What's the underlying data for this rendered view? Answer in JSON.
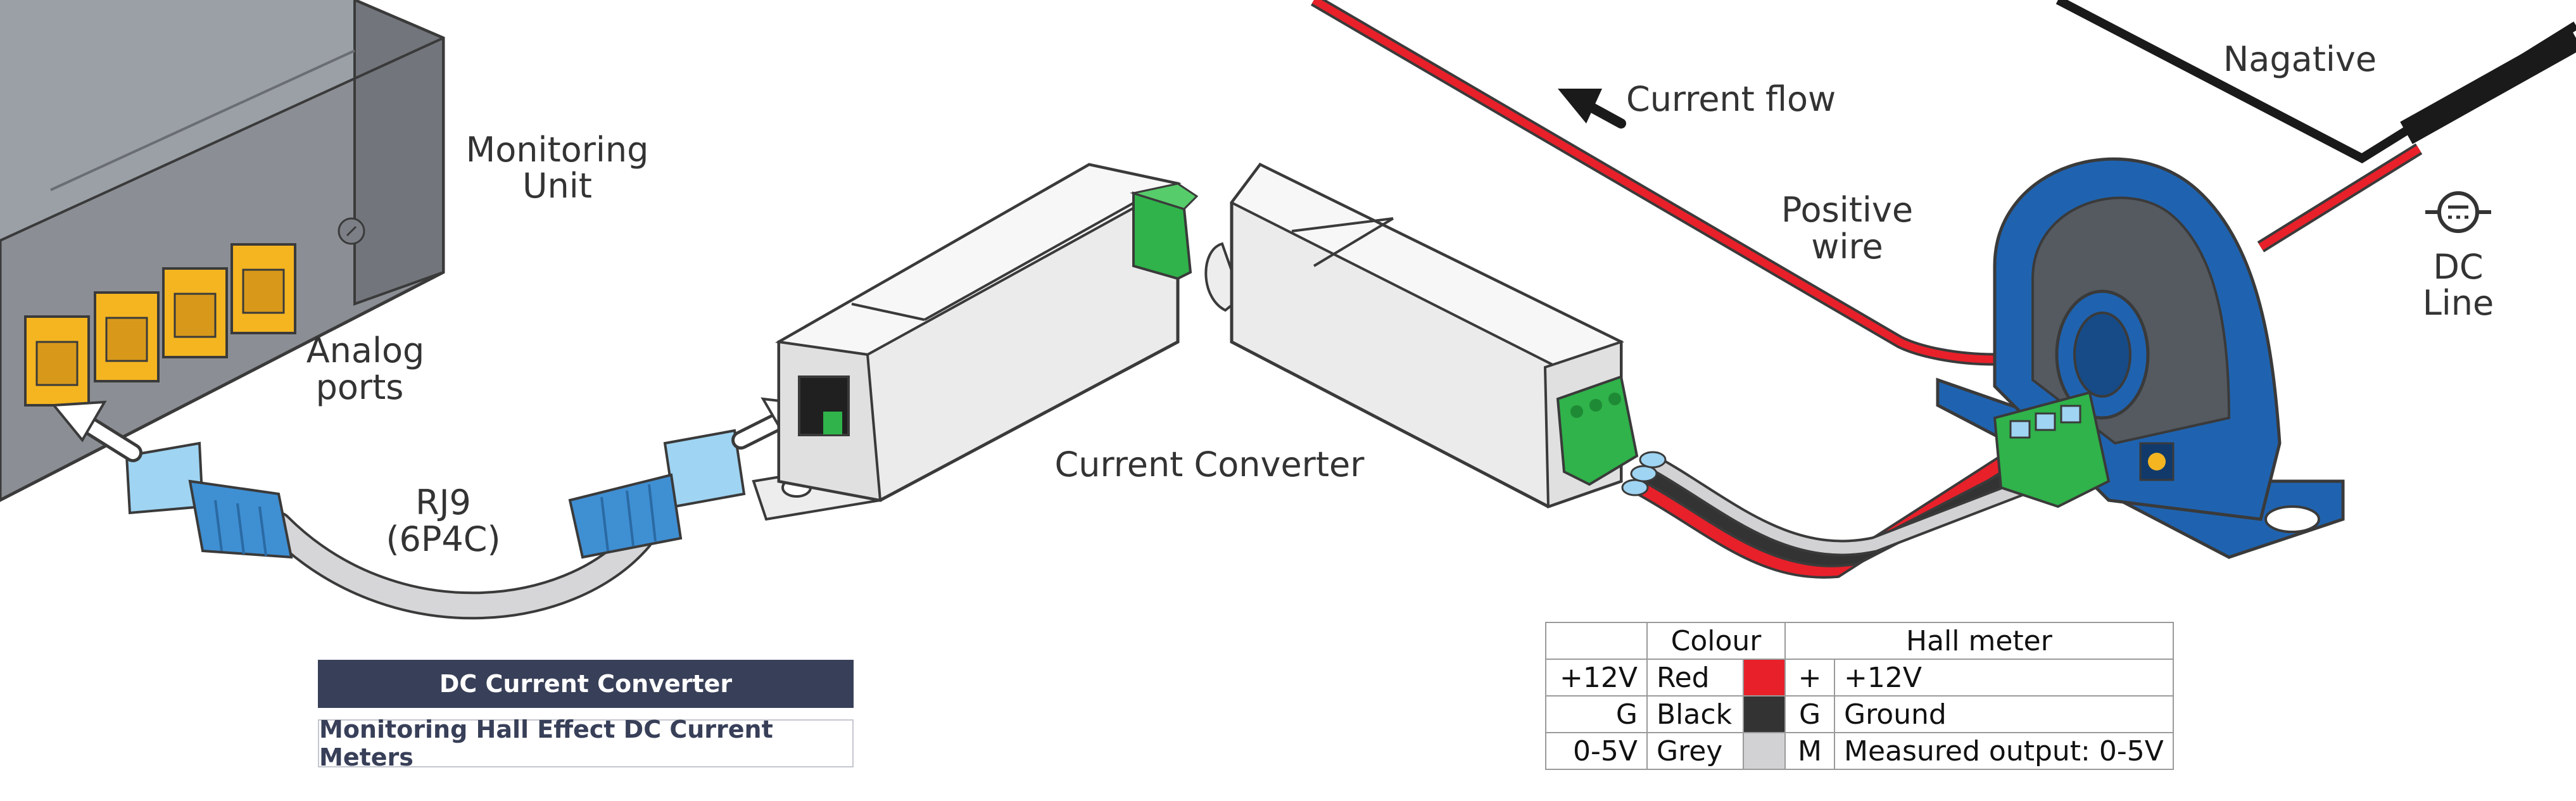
{
  "labels": {
    "monitoring_unit": [
      "Monitoring",
      "Unit"
    ],
    "analog_ports": [
      "Analog",
      "ports"
    ],
    "cable": [
      "RJ9",
      "(6P4C)"
    ],
    "current_converter": "Current Converter",
    "current_flow": "Current flow",
    "positive_wire": [
      "Positive",
      "wire"
    ],
    "negative": "Nagative",
    "dc_line": [
      "DC",
      "Line"
    ]
  },
  "banners": {
    "title": "DC Current Converter",
    "subtitle": "Monitoring Hall Effect DC Current Meters"
  },
  "wiring_table": {
    "header_colour": "Colour",
    "header_hall": "Hall meter",
    "rows": [
      {
        "signal": "+12V",
        "colour": "Red",
        "swatch": "#e8202a",
        "pin": "+",
        "description": "+12V"
      },
      {
        "signal": "G",
        "colour": "Black",
        "swatch": "#333333",
        "pin": "G",
        "description": "Ground"
      },
      {
        "signal": "0-5V",
        "colour": "Grey",
        "swatch": "#d2d2d4",
        "pin": "M",
        "description": "Measured output: 0-5V"
      }
    ]
  },
  "colors": {
    "rj_port": "#f4b521",
    "connector_blue": "#3f8fd3",
    "terminal_green": "#2fb34a",
    "sensor_blue": "#1f63b0",
    "positive_wire": "#e8202a",
    "negative_wire": "#1a1a1a"
  }
}
